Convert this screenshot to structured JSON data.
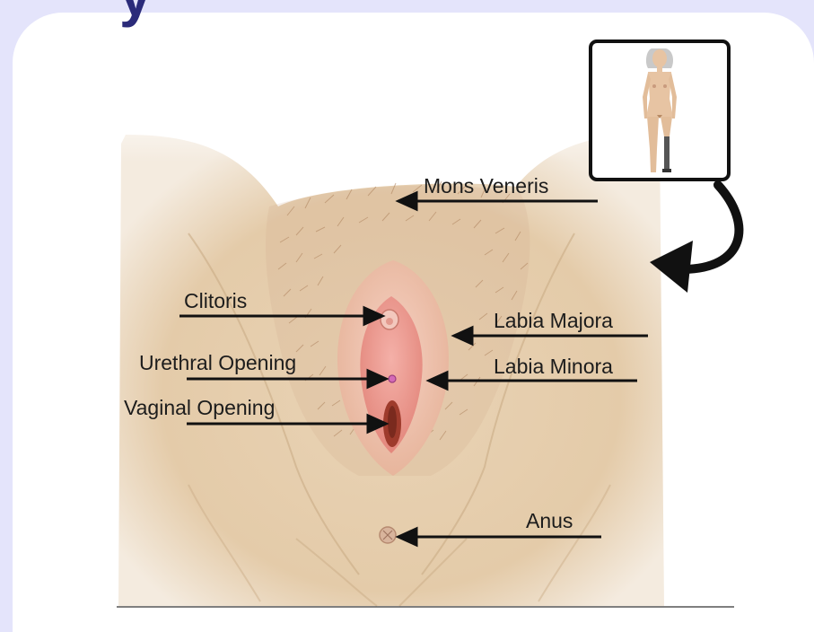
{
  "labels": {
    "mons_veneris": "Mons Veneris",
    "clitoris": "Clitoris",
    "labia_majora": "Labia Majora",
    "urethral_opening": "Urethral Opening",
    "labia_minora": "Labia Minora",
    "vaginal_opening": "Vaginal Opening",
    "anus": "Anus"
  },
  "colors": {
    "page_background": "#e4e4fb",
    "panel": "#ffffff",
    "skin": "#e9d3b5",
    "skin_shadow": "#d9bf9b",
    "pubic_hair": "#a87a55",
    "labia_majora": "#eebfa4",
    "labia_minora": "#e98f86",
    "vaginal_opening": "#9e3b2c",
    "arrow": "#111111"
  },
  "icons": {
    "inset": "full-body-figure-icon",
    "pointer": "curved-arrow-icon"
  }
}
